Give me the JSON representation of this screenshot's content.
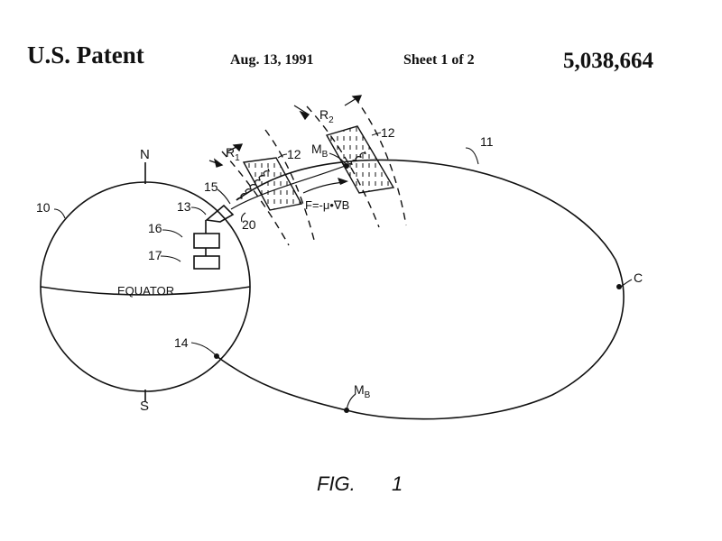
{
  "header": {
    "title": "U.S. Patent",
    "date": "Aug. 13, 1991",
    "sheet": "Sheet 1 of 2",
    "patent_number": "5,038,664"
  },
  "drawing": {
    "labels": {
      "north": "N",
      "south": "S",
      "equator": "EQUATOR",
      "ref_10": "10",
      "ref_11": "11",
      "ref_12a": "12",
      "ref_12b": "12",
      "ref_13": "13",
      "ref_14": "14",
      "ref_15": "15",
      "ref_16": "16",
      "ref_17": "17",
      "ref_20": "20",
      "ref_c": "C",
      "r1_letter": "R",
      "r1_sub": "1",
      "r2_letter": "R",
      "r2_sub": "2",
      "mb_top_letter": "M",
      "mb_top_sub": "B",
      "mb_bottom_letter": "M",
      "mb_bottom_sub": "B",
      "force_equation": "F=-μ•∇B"
    },
    "figure_caption_word": "FIG.",
    "figure_caption_number": "1"
  },
  "colors": {
    "ink": "#111111",
    "paper": "#ffffff"
  }
}
